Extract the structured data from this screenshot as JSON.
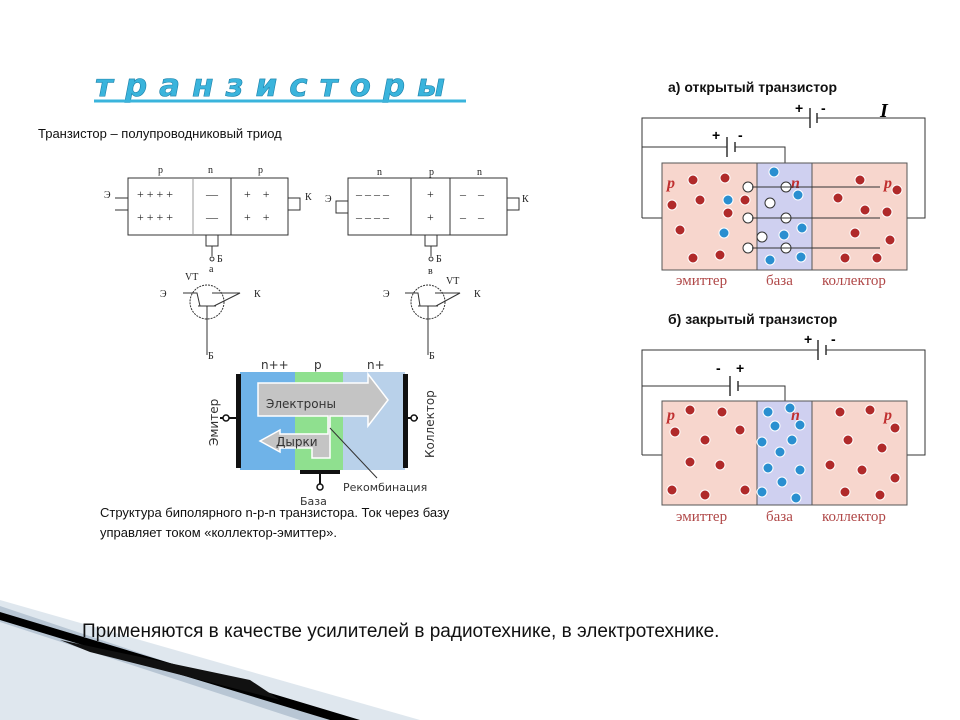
{
  "slide": {
    "title": "транзисторы",
    "subtitle": "Транзистор – полупроводниковый триод",
    "footer_text": "Применяются в качестве усилителей в радиотехнике, в электротехнике."
  },
  "pnp_diagram": {
    "regions": [
      "p",
      "n",
      "p"
    ],
    "emitter": "Э",
    "collector": "К",
    "base": "Б",
    "caption": "а",
    "symbol_label": "VT"
  },
  "npn_diagram": {
    "regions": [
      "n",
      "p",
      "n"
    ],
    "emitter": "Э",
    "collector": "К",
    "base": "Б",
    "caption": "в",
    "symbol_label": "VT"
  },
  "structure": {
    "regions": [
      "n++",
      "p",
      "n+"
    ],
    "emitter": "Эмитер",
    "collector": "Коллектор",
    "base": "База",
    "electrons": "Электроны",
    "holes": "Дырки",
    "recombination": "Рекомбинация",
    "caption_line1": "Структура биполярного n-p-n транзистора. Ток через базу",
    "caption_line2": "управляет током «коллектор-эмиттер»."
  },
  "open_transistor": {
    "title": "а) открытый транзистор",
    "plus": "+",
    "minus": "-",
    "current": "I",
    "regions": [
      "p",
      "n",
      "p"
    ],
    "labels": [
      "эмиттер",
      "база",
      "коллектор"
    ]
  },
  "closed_transistor": {
    "title": "б) закрытый транзистор",
    "plus": "+",
    "minus": "-",
    "regions": [
      "p",
      "n",
      "p"
    ],
    "labels": [
      "эмиттер",
      "база",
      "коллектор"
    ]
  },
  "colors": {
    "title": "#3ab4dc",
    "hole": "#b02a2a",
    "electron": "#2a8fd0",
    "label": "#b04848"
  }
}
